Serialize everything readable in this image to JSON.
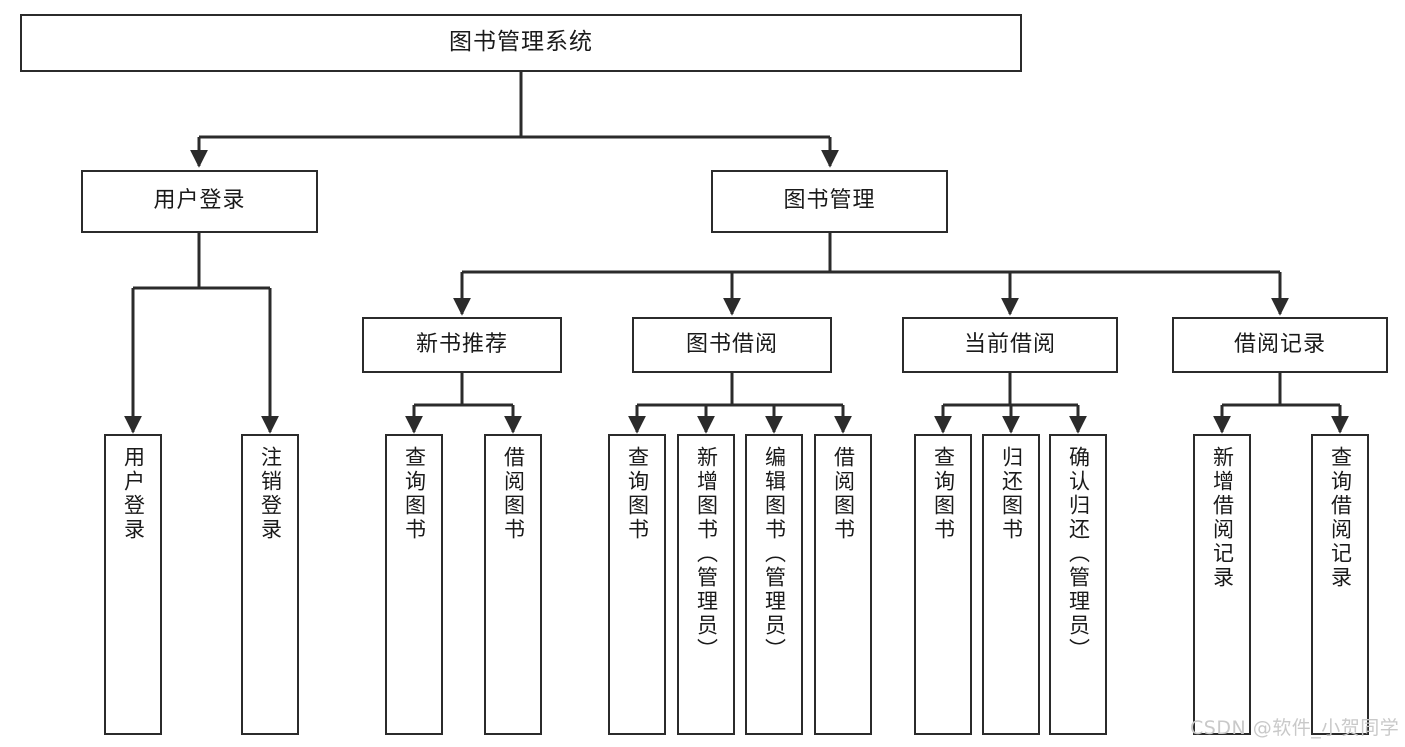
{
  "diagram": {
    "type": "tree-hierarchy-chart",
    "title": "图书管理系统",
    "orientation": "top-down",
    "colors": {
      "box_border": "#2b2b2b",
      "box_fill": "#ffffff",
      "edge": "#2b2b2b",
      "text": "#1a1a1a",
      "watermark": "#c9c9c9",
      "background": "#ffffff"
    },
    "watermark": "CSDN @软件_小贺同学"
  },
  "nodes": {
    "root": {
      "label": "图书管理系统"
    },
    "level2": [
      {
        "label": "用户登录"
      },
      {
        "label": "图书管理"
      }
    ],
    "level3": [
      {
        "label": "新书推荐"
      },
      {
        "label": "图书借阅"
      },
      {
        "label": "当前借阅"
      },
      {
        "label": "借阅记录"
      }
    ],
    "leaves": [
      {
        "label": "用户登录",
        "parent": "用户登录"
      },
      {
        "label": "注销登录",
        "parent": "用户登录"
      },
      {
        "label": "查询图书",
        "parent": "新书推荐"
      },
      {
        "label": "借阅图书",
        "parent": "新书推荐"
      },
      {
        "label": "查询图书",
        "parent": "图书借阅"
      },
      {
        "label": "新增图书（管理员）",
        "parent": "图书借阅"
      },
      {
        "label": "编辑图书（管理员）",
        "parent": "图书借阅"
      },
      {
        "label": "借阅图书",
        "parent": "图书借阅"
      },
      {
        "label": "查询图书",
        "parent": "当前借阅"
      },
      {
        "label": "归还图书",
        "parent": "当前借阅"
      },
      {
        "label": "确认归还（管理员）",
        "parent": "当前借阅"
      },
      {
        "label": "新增借阅记录",
        "parent": "借阅记录"
      },
      {
        "label": "查询借阅记录",
        "parent": "借阅记录"
      }
    ]
  }
}
